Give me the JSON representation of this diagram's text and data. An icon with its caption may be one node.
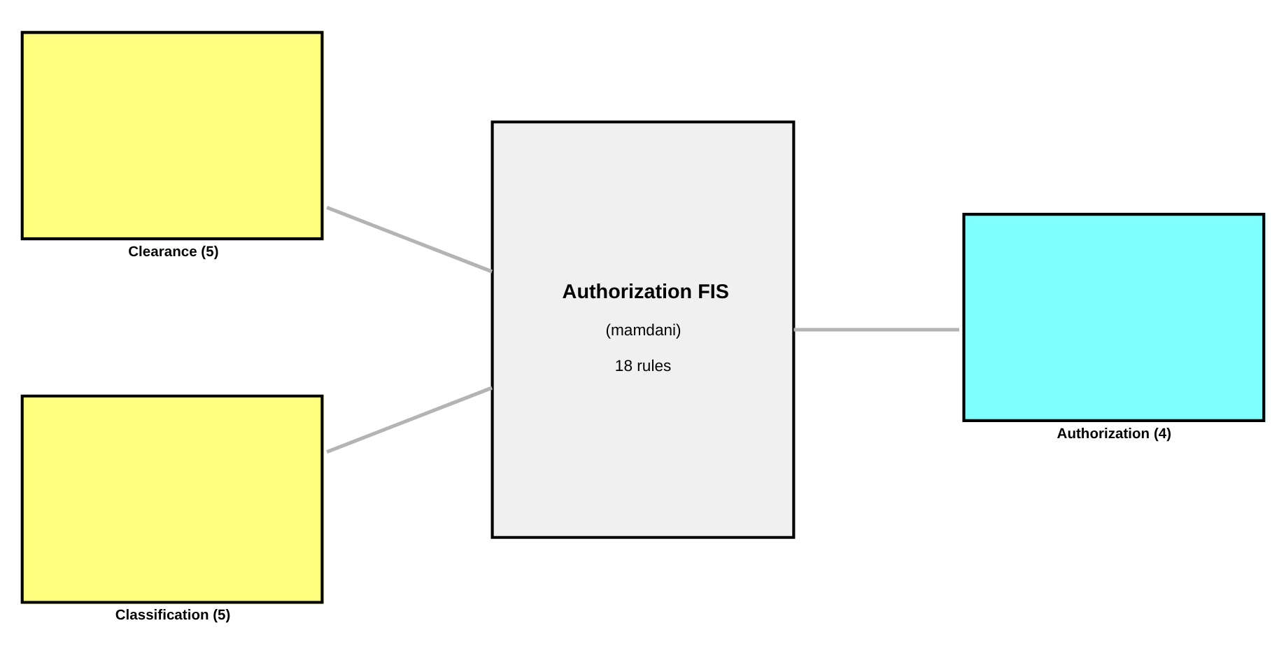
{
  "diagram": {
    "nodes": [
      {
        "text": [
          "Clearance (5)"
        ]
      },
      {
        "text": [
          "Classification (5)"
        ]
      },
      {
        "text": [
          "Authorization FIS",
          "(mamdani)",
          "18 rules"
        ]
      },
      {
        "text": [
          "Authorization (4)"
        ]
      }
    ],
    "edges": [
      {
        "from": 0,
        "to": 2,
        "arrow": "none"
      },
      {
        "from": 1,
        "to": 2,
        "arrow": "none"
      },
      {
        "from": 2,
        "to": 3,
        "arrow": "none"
      }
    ]
  }
}
